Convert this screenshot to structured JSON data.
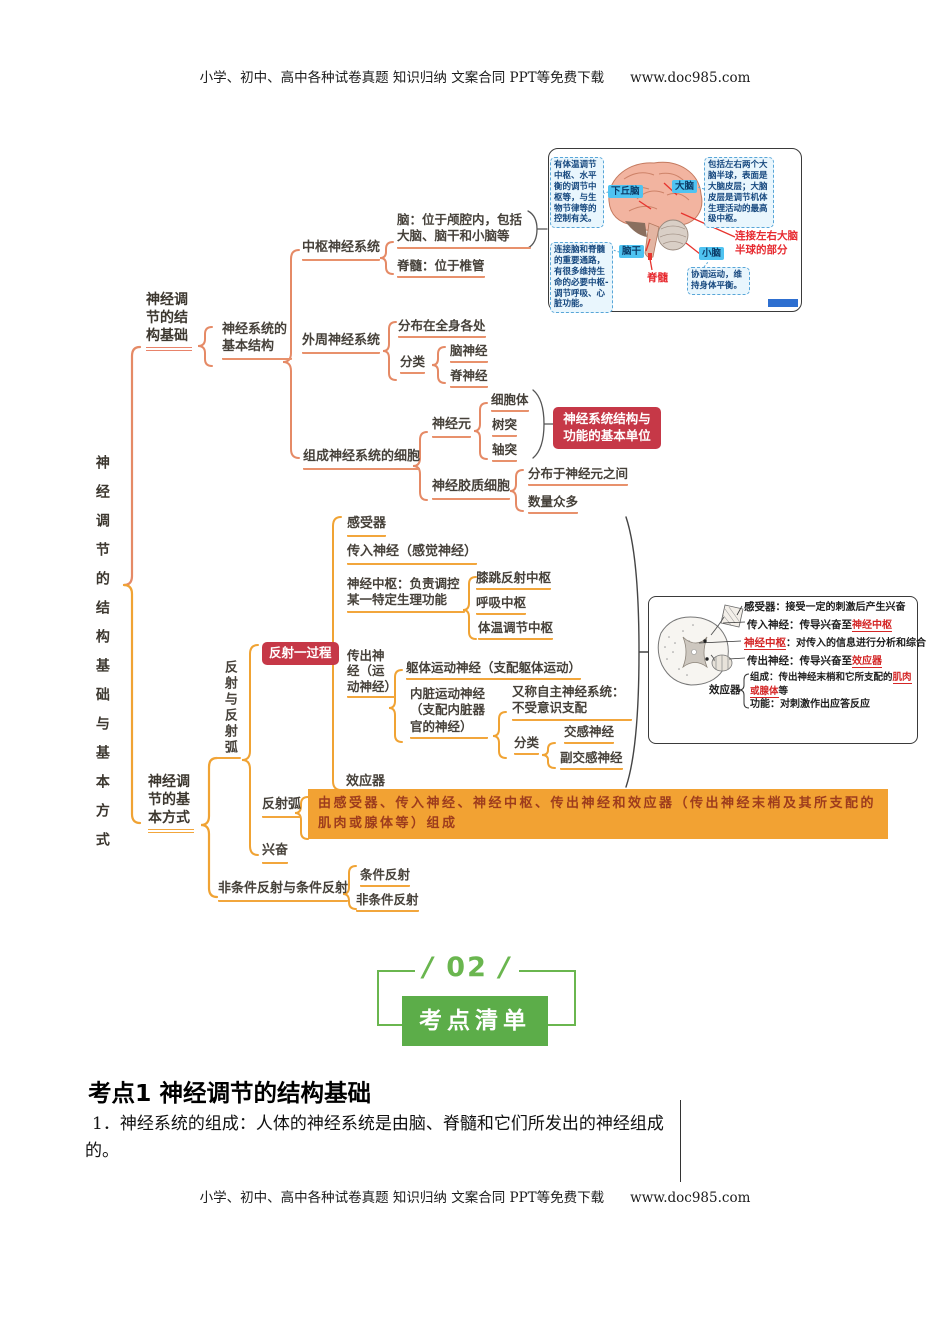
{
  "header": {
    "text": "小学、初中、高中各种试卷真题 知识归纳 文案合同 PPT等免费下载",
    "url": "www.doc985.com"
  },
  "footer": {
    "text": "小学、初中、高中各种试卷真题 知识归纳 文案合同 PPT等免费下载",
    "url": "www.doc985.com"
  },
  "mindmap": {
    "root": "神经调节的结构基础与基本方式",
    "b1": {
      "title": "神经调节的结构基础",
      "basic": "神经系统的基本结构",
      "cns": "中枢神经系统",
      "brain": "脑：位于颅腔内，包括大脑、脑干和小脑等",
      "spinal_cord": "脊髓：位于椎管",
      "pns": "外周神经系统",
      "distributed": "分布在全身各处",
      "classify": "分类",
      "cranial": "脑神经",
      "spinal_nerve": "脊神经",
      "cells": "组成神经系统的细胞",
      "neuron": "神经元",
      "soma": "细胞体",
      "dendrite": "树突",
      "axon": "轴突",
      "unit": "神经系统结构与功能的基本单位",
      "glial": "神经胶质细胞",
      "glial1": "分布于神经元之间",
      "glial2": "数量众多"
    },
    "b2": {
      "title": "神经调节的基本方式",
      "group": "反射与反射弧",
      "process": "反射一过程",
      "receptor": "感受器",
      "afferent": "传入神经（感觉神经）",
      "center": "神经中枢：负责调控某一特定生理功能",
      "knee": "膝跳反射中枢",
      "breath": "呼吸中枢",
      "temp": "体温调节中枢",
      "efferent": "传出神经（运动神经）",
      "somatic": "躯体运动神经（支配躯体运动）",
      "visceral": "内脏运动神经（支配内脏器官的神经）",
      "autonomic": "又称自主神经系统：不受意识支配",
      "classify": "分类",
      "sympathetic": "交感神经",
      "parasympathetic": "副交感神经",
      "effector": "效应器",
      "arc": "反射弧",
      "arc_def": "由感受器、传入神经、神经中枢、传出神经和效应器（传出神经末梢及其所支配的肌肉或腺体等）组成",
      "excite": "兴奋",
      "ucr_cr": "非条件反射与条件反射",
      "cr": "条件反射",
      "ucr": "非条件反射"
    }
  },
  "brain_box": {
    "hypothalamus_note": "有体温调节中枢、水平衡的调节中枢等，与生物节律等的控制有关。",
    "hypothalamus": "下丘脑",
    "cerebrum": "大脑",
    "cerebrum_note": "包括左右两个大脑半球，表面是大脑皮层；大脑皮层是调节机体生理活动的最高级中枢。",
    "corpus_note": "连接左右大脑半球的部分",
    "brainstem_note": "连接脑和脊髓的重要通路，有很多维持生命的必要中枢-调节呼吸、心脏功能。",
    "brainstem": "脑干",
    "cerebellum": "小脑",
    "cerebellum_note": "协调运动，维持身体平衡。",
    "spinal": "脊髓"
  },
  "reflex_box": {
    "l1a": "感受器",
    "l1b": "：接受一定的刺激后产生兴奋",
    "l2a": "传入神经：传导兴奋至",
    "l2b": "神经中枢",
    "l3a": "神经中枢",
    "l3b": "：对传入的信息进行分析和综合",
    "l4a": "传出神经：传导兴奋至",
    "l4b": "效应器",
    "effector": "效应器",
    "compose_a": "组成：传出神经末梢和它所支配的",
    "compose_b": "肌肉或腺体",
    "compose_c": "等",
    "func": "功能：对刺激作出应答反应"
  },
  "section": {
    "slash": "/",
    "number": "02",
    "title": "考点清单"
  },
  "kaodian": {
    "heading": "考点1 神经调节的结构基础",
    "line1": "1．神经系统的组成：人体的神经系统是由脑、脊髓和它们所发出的神经组成",
    "line2": "的。"
  }
}
